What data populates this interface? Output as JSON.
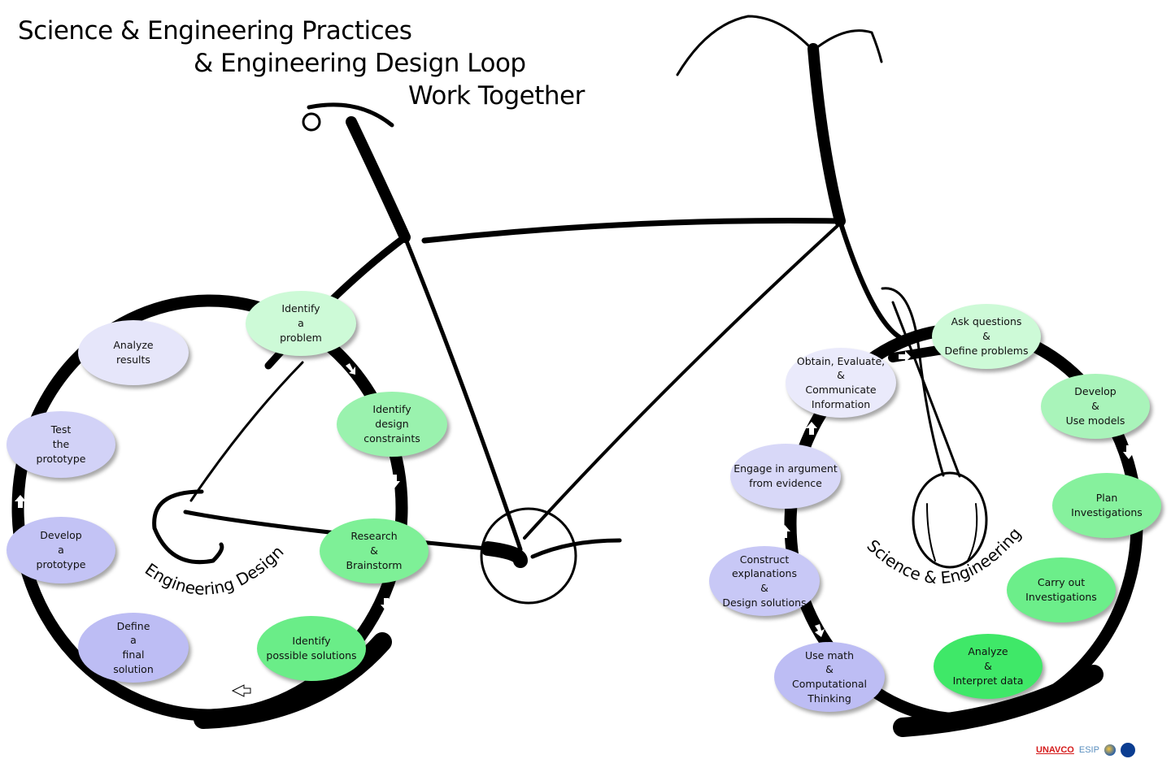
{
  "title": {
    "line1": "Science & Engineering Practices",
    "line2": "& Engineering Design Loop",
    "line3": "Work Together"
  },
  "engineering_loop": {
    "label": "Engineering Design Loop",
    "steps": [
      {
        "id": "identify-problem",
        "text": "Identify\na\nproblem",
        "color": "#cdfad7"
      },
      {
        "id": "identify-constraints",
        "text": "Identify\ndesign\nconstraints",
        "color": "#9af2ae"
      },
      {
        "id": "research-brainstorm",
        "text": "Research\n&\nBrainstorm",
        "color": "#7ef097"
      },
      {
        "id": "identify-solutions",
        "text": "Identify\npossible solutions",
        "color": "#6aed88"
      },
      {
        "id": "define-solution",
        "text": "Define\na\nfinal\nsolution",
        "color": "#bdbdf4"
      },
      {
        "id": "develop-prototype",
        "text": "Develop\na\nprototype",
        "color": "#c3c3f5"
      },
      {
        "id": "test-prototype",
        "text": "Test\nthe\nprototype",
        "color": "#d2d2f7"
      },
      {
        "id": "analyze-results",
        "text": "Analyze\nresults",
        "color": "#e6e6fa"
      }
    ]
  },
  "science_practices": {
    "label": "Science & Engineering Practices",
    "steps": [
      {
        "id": "ask-questions",
        "text": "Ask questions\n&\nDefine problems",
        "color": "#cdfad7"
      },
      {
        "id": "develop-models",
        "text": "Develop\n&\nUse models",
        "color": "#a9f4ba"
      },
      {
        "id": "plan-investigations",
        "text": "Plan\nInvestigations",
        "color": "#86f19d"
      },
      {
        "id": "carry-out",
        "text": "Carry out\nInvestigations",
        "color": "#6cee8a"
      },
      {
        "id": "analyze-data",
        "text": "Analyze\n&\nInterpret data",
        "color": "#3fe868"
      },
      {
        "id": "math-thinking",
        "text": "Use math\n&\nComputational\nThinking",
        "color": "#bdbdf4"
      },
      {
        "id": "construct-explanations",
        "text": "Construct\nexplanations\n&\nDesign solutions",
        "color": "#c8c8f6"
      },
      {
        "id": "engage-argument",
        "text": "Engage in argument\nfrom evidence",
        "color": "#d8d8f8"
      },
      {
        "id": "obtain-info",
        "text": "Obtain, Evaluate,\n&\nCommunicate\nInformation",
        "color": "#eaeafb"
      }
    ]
  },
  "logos": {
    "unavco": "UNAVCO",
    "esip": "ESIP"
  }
}
